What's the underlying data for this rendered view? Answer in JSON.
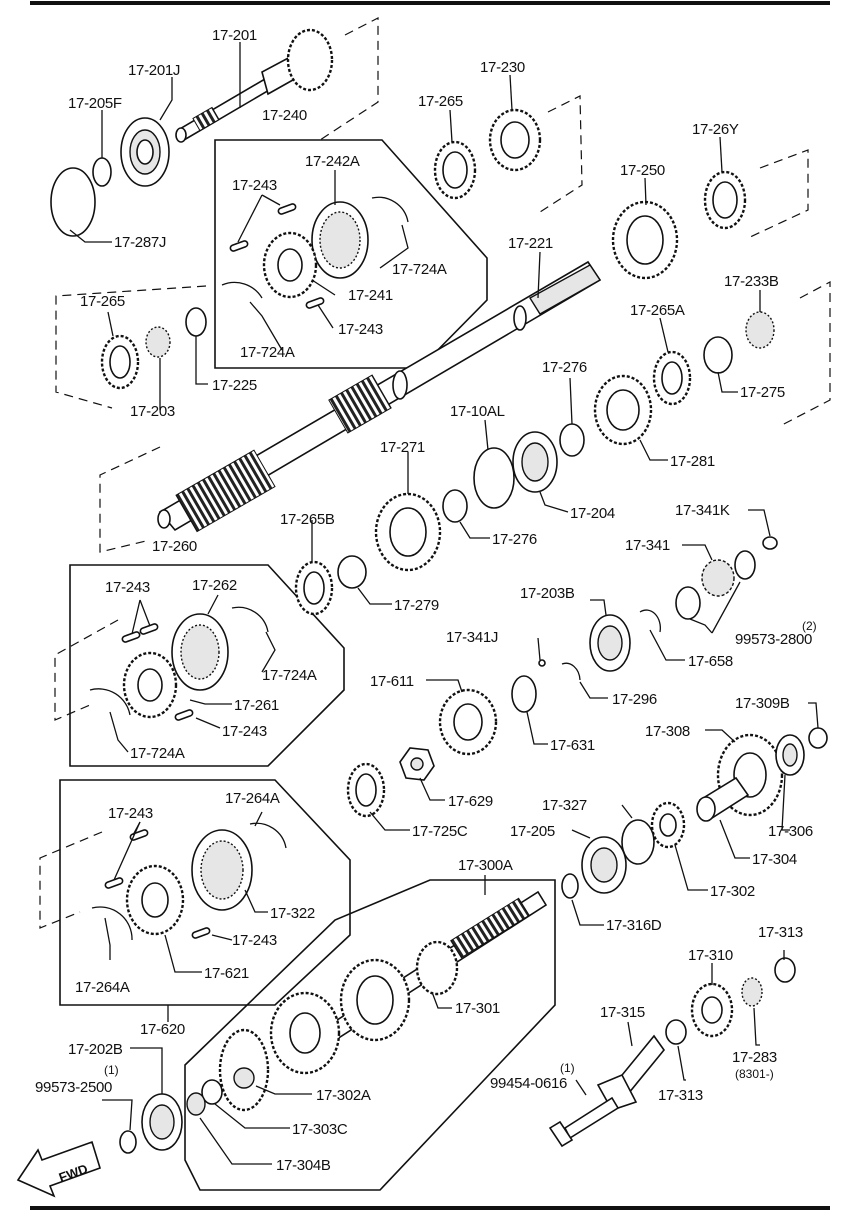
{
  "labels": {
    "l17_201": "17-201",
    "l17_201J": "17-201J",
    "l17_205F": "17-205F",
    "l17_287J": "17-287J",
    "l17_240": "17-240",
    "l17_242A": "17-242A",
    "l17_243a": "17-243",
    "l17_724Aa": "17-724A",
    "l17_241": "17-241",
    "l17_243b": "17-243",
    "l17_724Ab": "17-724A",
    "l17_265a": "17-265",
    "l17_230": "17-230",
    "l17_26Y": "17-26Y",
    "l17_250": "17-250",
    "l17_221": "17-221",
    "l17_265b": "17-265",
    "l17_225": "17-225",
    "l17_203": "17-203",
    "l17_233B": "17-233B",
    "l17_265A": "17-265A",
    "l17_275": "17-275",
    "l17_276a": "17-276",
    "l17_10AL": "17-10AL",
    "l17_281": "17-281",
    "l17_271": "17-271",
    "l17_204": "17-204",
    "l17_265B": "17-265B",
    "l17_276b": "17-276",
    "l17_341K": "17-341K",
    "l17_341": "17-341",
    "l17_260": "17-260",
    "l17_243c": "17-243",
    "l17_262": "17-262",
    "l17_279": "17-279",
    "l17_203B": "17-203B",
    "l17_2800": "99573-2800",
    "l17_2800q": "(2)",
    "l17_341J": "17-341J",
    "l17_724Ac": "17-724A",
    "l17_658": "17-658",
    "l17_261": "17-261",
    "l17_243d": "17-243",
    "l17_724Ad": "17-724A",
    "l17_611": "17-611",
    "l17_296": "17-296",
    "l17_631": "17-631",
    "l17_309B": "17-309B",
    "l17_308": "17-308",
    "l17_629": "17-629",
    "l17_327": "17-327",
    "l17_243e": "17-243",
    "l17_264Aa": "17-264A",
    "l17_725C": "17-725C",
    "l17_205": "17-205",
    "l17_306": "17-306",
    "l17_304": "17-304",
    "l17_300A": "17-300A",
    "l17_302": "17-302",
    "l17_322": "17-322",
    "l17_316D": "17-316D",
    "l17_243f": "17-243",
    "l17_313a": "17-313",
    "l17_310": "17-310",
    "l17_264Ab": "17-264A",
    "l17_621": "17-621",
    "l17_301": "17-301",
    "l17_315": "17-315",
    "l17_620": "17-620",
    "l17_202B": "17-202B",
    "l17_2500q": "(1)",
    "l17_2500": "99573-2500",
    "l17_302A": "17-302A",
    "l17_0616q": "(1)",
    "l17_0616": "99454-0616",
    "l17_283": "17-283",
    "l17_8301": "(8301-)",
    "l17_313b": "17-313",
    "l17_303C": "17-303C",
    "l17_304B": "17-304B",
    "fwd": "FWD"
  }
}
